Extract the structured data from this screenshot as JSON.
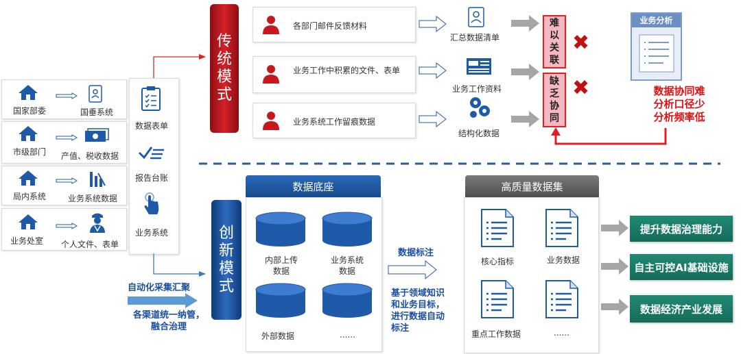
{
  "sources": [
    {
      "name": "国家部委",
      "target": "国垂系统"
    },
    {
      "name": "市级部门",
      "target": "产值、税收数据"
    },
    {
      "name": "局内系统",
      "target": "业务系统数据"
    },
    {
      "name": "业务处室",
      "target": "个人文件、表单"
    }
  ],
  "channels": [
    "数据表单",
    "报告台账",
    "业务系统"
  ],
  "traditional": {
    "label": "传统模式",
    "items": [
      {
        "text": "各部门邮件反馈材料",
        "result": "汇总数据清单"
      },
      {
        "text": "业务工作中积累的文件、表单",
        "result": "业务工作资料"
      },
      {
        "text": "业务系统工作留痕数据",
        "result": "结构化数据"
      }
    ],
    "problem1": "难以关联",
    "problem2": "缺乏协同",
    "analysis_title": "业务分析",
    "issues": [
      "数据协同难",
      "分析口径少",
      "分析频率低"
    ]
  },
  "innovation": {
    "label": "创新模式",
    "collect_title": "自动化采集汇聚",
    "collect_desc": [
      "各渠道统一纳管，",
      "融合治理"
    ],
    "base_title": "数据底座",
    "base_items": [
      [
        "内部上传",
        "数据"
      ],
      [
        "业务系统",
        "数据"
      ],
      [
        "外部数据"
      ],
      [
        "......"
      ]
    ],
    "annotate_title": "数据标注",
    "annotate_desc": [
      "基于领域知识",
      "和业务目标，",
      "进行数据自动",
      "标注"
    ],
    "dataset_title": "高质量数据集",
    "dataset_items": [
      "核心指标",
      "业务数据",
      "重点工作数据",
      "......"
    ],
    "outcomes": [
      "提升数据治理能力",
      "自主可控AI基础设施",
      "数据经济产业发展"
    ]
  },
  "colors": {
    "red": "#c8181e",
    "blue": "#1e5aa8",
    "green": "#1f8a74",
    "gray": "#666666"
  }
}
